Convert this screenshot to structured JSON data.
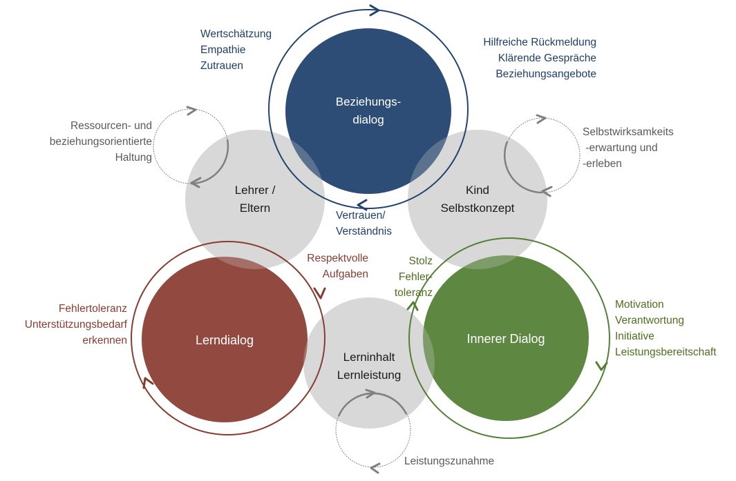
{
  "colors": {
    "beziehung": "#22436f",
    "lern": "#8a3b30",
    "inner": "#527f34",
    "grey_circle": "#d9d9d9",
    "cycle_grey": "#7f7f7f"
  },
  "circles": {
    "beziehungsdialog": {
      "lines": [
        "Beziehungs-",
        "dialog"
      ]
    },
    "lehrer": {
      "lines": [
        "Lehrer /",
        "Eltern"
      ]
    },
    "kind": {
      "lines": [
        "Kind",
        "Selbstkonzept"
      ]
    },
    "lerndialog": {
      "lines": [
        "Lerndialog"
      ]
    },
    "lerninhalt": {
      "lines": [
        "Lerninhalt",
        "Lernleistung"
      ]
    },
    "innerer": {
      "lines": [
        "Innerer Dialog"
      ]
    }
  },
  "labels": {
    "beziehung_left": [
      "Wertschätzung",
      "Empathie",
      "Zutrauen"
    ],
    "beziehung_right": [
      "Hilfreiche Rückmeldung",
      "Klärende Gespräche",
      "Beziehungsangebote"
    ],
    "beziehung_bottom": [
      "Vertrauen/",
      "Verständnis"
    ],
    "lehrer_cycle": [
      "Ressourcen- und",
      "beziehungsorientierte",
      "Haltung"
    ],
    "kind_cycle": [
      "Selbstwirksamkeits",
      " -erwartung und",
      "-erleben"
    ],
    "lern_left": [
      "Fehlertoleranz",
      "Unterstützungsbedarf",
      "erkennen"
    ],
    "lern_top": [
      "Respektvolle",
      "Aufgaben"
    ],
    "inner_top": [
      "Stolz",
      "Fehler-",
      "toleranz"
    ],
    "inner_right": [
      "Motivation",
      "Verantwortung",
      "Initiative",
      "Leistungsbereitschaft"
    ],
    "lerninhalt_cycle": [
      "Leistungszunahme"
    ]
  }
}
